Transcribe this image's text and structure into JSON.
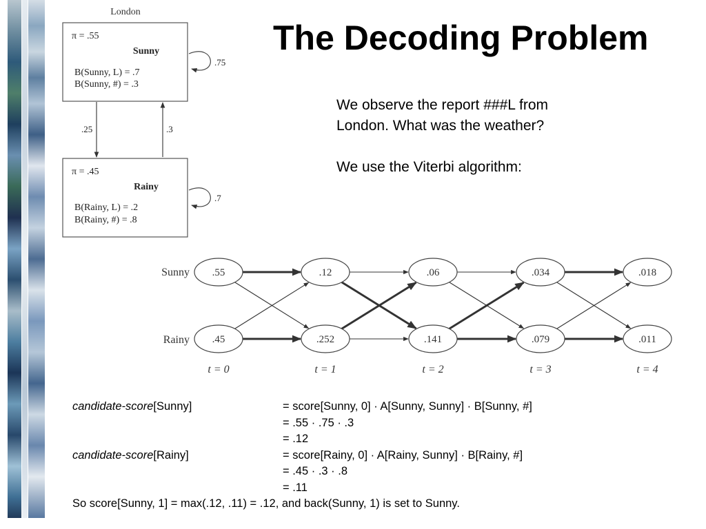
{
  "slide": {
    "title": "The Decoding Problem",
    "observation_line1": "We observe the report ###L from",
    "observation_line2": "London.  What was the weather?",
    "algorithm_line": "We use the Viterbi algorithm:"
  },
  "state_diagram": {
    "caption": "London",
    "sunny": {
      "pi": "π = .55",
      "name": "Sunny",
      "emission_L": "B(Sunny, L) = .7",
      "emission_hash": "B(Sunny, #) = .3",
      "self_loop": ".75"
    },
    "rainy": {
      "pi": "π = .45",
      "name": "Rainy",
      "emission_L": "B(Rainy, L) = .2",
      "emission_hash": "B(Rainy, #) = .8",
      "self_loop": ".7"
    },
    "sunny_to_rainy": ".25",
    "rainy_to_sunny": ".3"
  },
  "trellis": {
    "row_labels": [
      "Sunny",
      "Rainy"
    ],
    "time_labels": [
      "t = 0",
      "t = 1",
      "t = 2",
      "t = 3",
      "t = 4"
    ],
    "sunny_scores": [
      ".55",
      ".12",
      ".06",
      ".034",
      ".018"
    ],
    "rainy_scores": [
      ".45",
      ".252",
      ".141",
      ".079",
      ".011"
    ]
  },
  "computation": {
    "line1_label_italic": "candidate-score",
    "line1_label_rest": "[Sunny]",
    "line1_eq": "= score[Sunny, 0] · A[Sunny, Sunny] · B[Sunny, #]",
    "line2_eq": "= .55  · .75  · .3",
    "line3_eq": "= .12",
    "line4_label_italic": "candidate-score",
    "line4_label_rest": "[Rainy]",
    "line4_eq": "= score[Rainy, 0]  · A[Rainy, Sunny]  · B[Rainy, #]",
    "line5_eq": "= .45  · .3  · .8",
    "line6_eq": "= .11",
    "conclusion": "So score[Sunny, 1] = max(.12, .11) = .12, and back(Sunny, 1) is set to Sunny."
  }
}
